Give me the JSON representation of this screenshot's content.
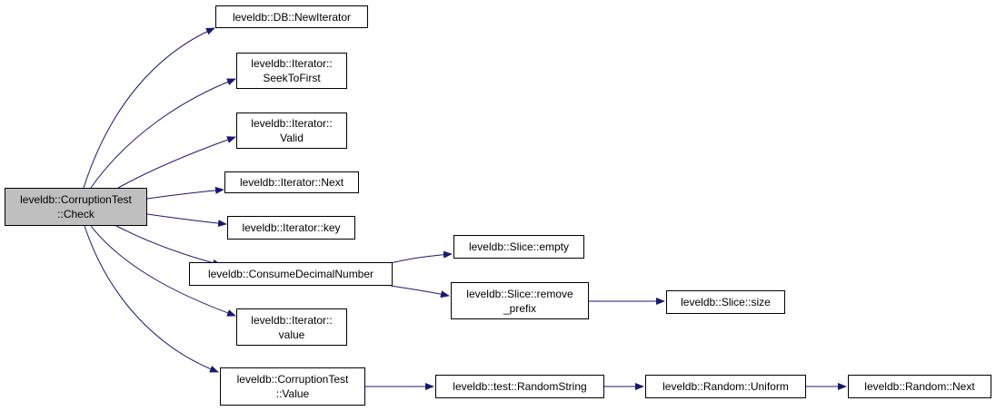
{
  "colors": {
    "edge": "#191970",
    "root_fill": "#bfbfbf",
    "node_fill": "#ffffff",
    "border": "#000000"
  },
  "nodes": {
    "root": {
      "line1": "leveldb::CorruptionTest",
      "line2": "::Check"
    },
    "new_iterator": {
      "line1": "leveldb::DB::NewIterator"
    },
    "seek_to_first": {
      "line1": "leveldb::Iterator::",
      "line2": "SeekToFirst"
    },
    "valid": {
      "line1": "leveldb::Iterator::",
      "line2": "Valid"
    },
    "next": {
      "line1": "leveldb::Iterator::Next"
    },
    "key": {
      "line1": "leveldb::Iterator::key"
    },
    "consume_decimal": {
      "line1": "leveldb::ConsumeDecimalNumber"
    },
    "value_iter": {
      "line1": "leveldb::Iterator::",
      "line2": "value"
    },
    "corruption_value": {
      "line1": "leveldb::CorruptionTest",
      "line2": "::Value"
    },
    "slice_empty": {
      "line1": "leveldb::Slice::empty"
    },
    "slice_remove_prefix": {
      "line1": "leveldb::Slice::remove",
      "line2": "_prefix"
    },
    "slice_size": {
      "line1": "leveldb::Slice::size"
    },
    "random_string": {
      "line1": "leveldb::test::RandomString"
    },
    "random_uniform": {
      "line1": "leveldb::Random::Uniform"
    },
    "random_next": {
      "line1": "leveldb::Random::Next"
    }
  }
}
